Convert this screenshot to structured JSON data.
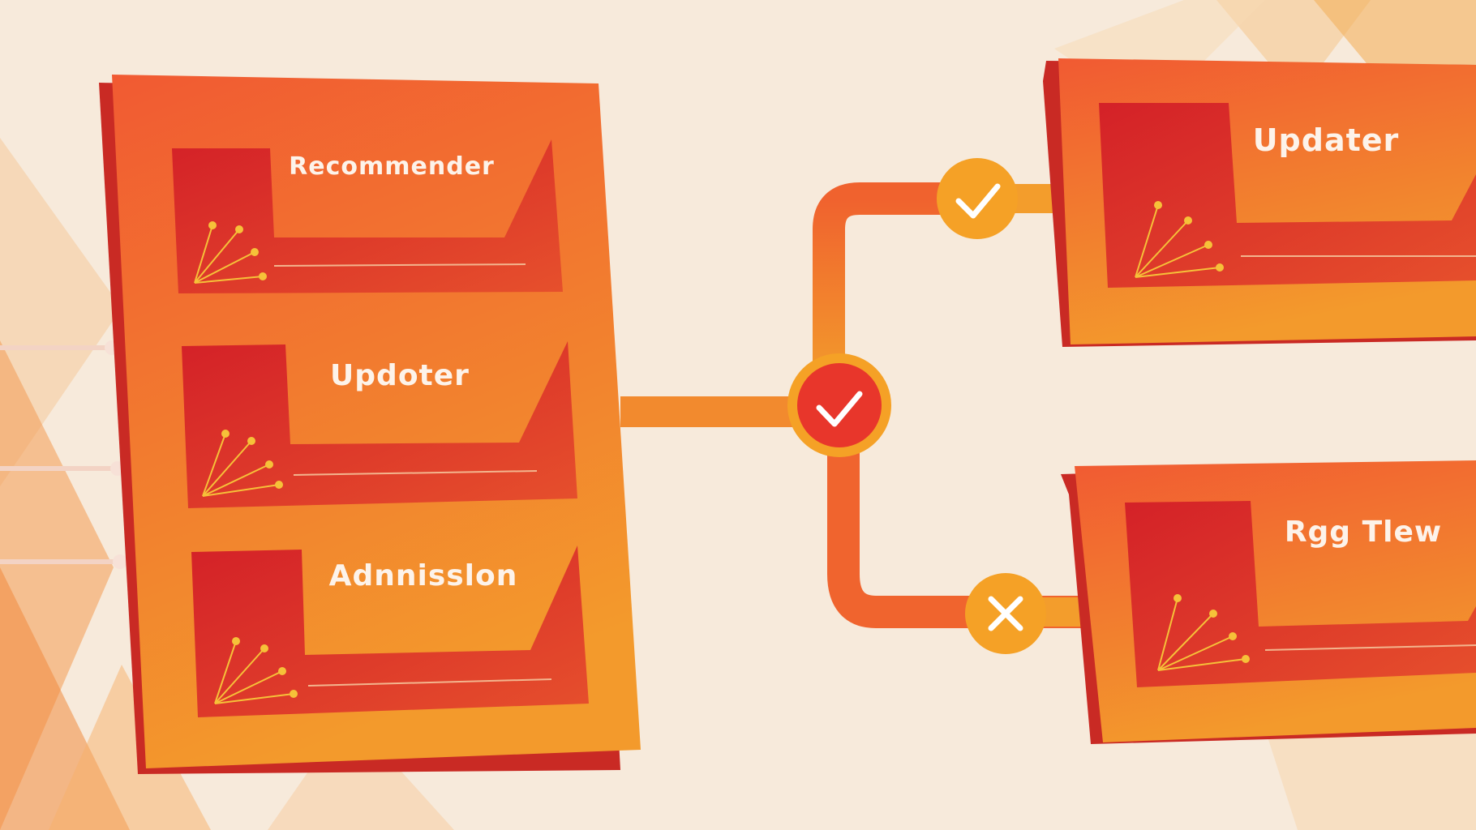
{
  "left_panel": {
    "cards": [
      {
        "label": "Recommender"
      },
      {
        "label": "Updoter"
      },
      {
        "label": "Adnnisslon"
      }
    ]
  },
  "right_panels": {
    "top": {
      "label": "Updater",
      "status": "check"
    },
    "bottom": {
      "label": "Rgg Tlew",
      "status": "cross"
    }
  },
  "junction": {
    "status": "check"
  },
  "colors": {
    "background": "#f7eadb",
    "panel_orange": "#f27a32",
    "card_red": "#d8262a",
    "connector": "#f28a2e",
    "badge_check": "#e8362b",
    "badge_ring": "#f5a126",
    "badge_fill": "#f0902a"
  },
  "icons": [
    "check-icon",
    "cross-icon",
    "spark-icon"
  ]
}
